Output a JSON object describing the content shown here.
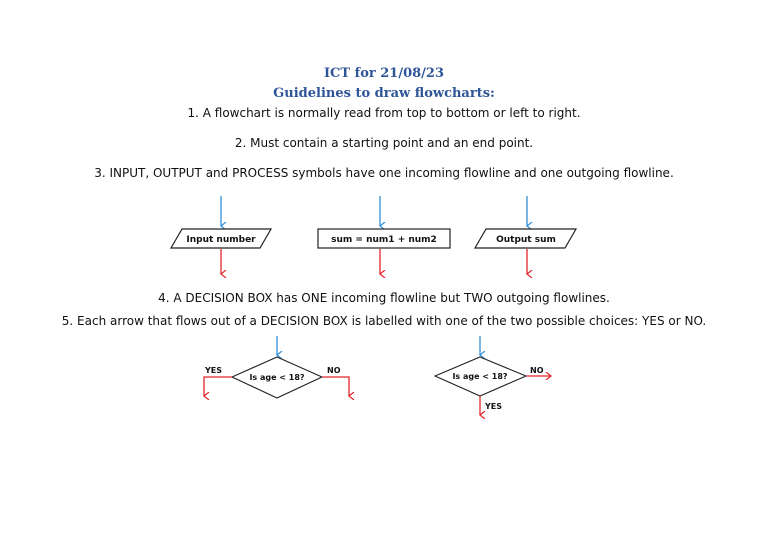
{
  "doc": {
    "title": "ICT for 21/08/23",
    "subtitle": "Guidelines to draw flowcharts:",
    "points": [
      "1. A flowchart is normally read from top to bottom or left to right.",
      "2. Must contain a starting point and an end point.",
      "3. INPUT, OUTPUT and PROCESS symbols have one incoming flowline and one outgoing flowline.",
      "4. A DECISION BOX has ONE incoming flowline but TWO outgoing flowlines.",
      "5. Each arrow that flows out of a DECISION BOX is labelled with one of the two possible choices: YES or NO."
    ]
  },
  "figure1": {
    "input_label": "Input number",
    "process_label": "sum = num1 + num2",
    "output_label": "Output sum"
  },
  "figure2": {
    "left": {
      "question": "Is age < 18?",
      "yes": "YES",
      "no": "NO"
    },
    "right": {
      "question": "Is age < 18?",
      "yes": "YES",
      "no": "NO"
    }
  },
  "colors": {
    "incoming": "#2f8fd8",
    "outgoing": "#e2252b",
    "title": "#2e5597"
  }
}
